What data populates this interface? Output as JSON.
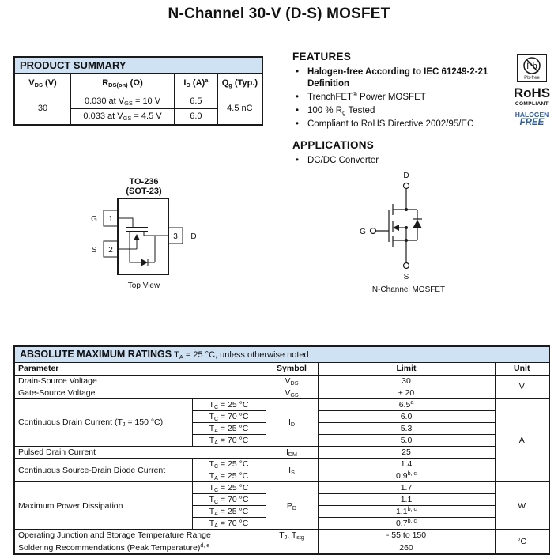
{
  "page_title": "N-Channel 30-V (D-S) MOSFET",
  "colors": {
    "table_header_bg": "#cfe2f3",
    "accent_blue": "#2a5aa5",
    "border": "#1a1a1a"
  },
  "product_summary": {
    "title": "PRODUCT SUMMARY",
    "h_vds": {
      "b": "V",
      "s": "DS",
      "r": " (V)"
    },
    "h_rds": {
      "b": "R",
      "s": "DS(on)",
      "r": " (Ω)"
    },
    "h_id": {
      "b": "I",
      "s": "D",
      "r": " (A)",
      "sup": "a"
    },
    "h_qg": {
      "b": "Q",
      "s": "g",
      "r": " (Typ.)"
    },
    "vds_value": "30",
    "row1": {
      "rds_b": "0.030 at V",
      "rds_s": "GS",
      "rds_r": " = 10 V",
      "id": "6.5"
    },
    "row2": {
      "rds_b": "0.033 at V",
      "rds_s": "GS",
      "rds_r": " = 4.5 V",
      "id": "6.0"
    },
    "qg_value": "4.5 nC"
  },
  "features": {
    "title": "FEATURES",
    "bullet": "•",
    "item1": "Halogen-free According to IEC 61249-2-21 Definition",
    "item2": {
      "b": "TrenchFET",
      "sup": "®",
      "r": " Power MOSFET"
    },
    "item3": {
      "b": "100 % R",
      "s": "g",
      "r": " Tested"
    },
    "item4": "Compliant to RoHS Directive 2002/95/EC"
  },
  "applications": {
    "title": "APPLICATIONS",
    "bullet": "•",
    "item1": "DC/DC Converter"
  },
  "badge": {
    "pb": "Pb",
    "pb_free": "Pb-free",
    "rohs": "RoHS",
    "compliant": "COMPLIANT",
    "halogen": "HALOGEN",
    "free": "FREE"
  },
  "package": {
    "name_line1": "TO-236",
    "name_line2": "(SOT-23)",
    "pin_g": "G",
    "pin_s": "S",
    "pin_d": "D",
    "pin_1": "1",
    "pin_2": "2",
    "pin_3": "3",
    "caption": "Top View"
  },
  "symbol_diagram": {
    "d": "D",
    "g": "G",
    "s": "S",
    "caption": "N-Channel MOSFET"
  },
  "amr": {
    "title": "ABSOLUTE MAXIMUM RATINGS",
    "title_cond": {
      "b": "T",
      "s": "A",
      "r": " = 25 °C, unless otherwise noted"
    },
    "headers": {
      "parameter": "Parameter",
      "symbol": "Symbol",
      "limit": "Limit",
      "unit": "Unit"
    },
    "conds": {
      "tc25": {
        "b": "T",
        "s": "C",
        "r": " = 25 °C"
      },
      "tc70": {
        "b": "T",
        "s": "C",
        "r": " = 70 °C"
      },
      "ta25": {
        "b": "T",
        "s": "A",
        "r": " = 25 °C"
      },
      "ta70": {
        "b": "T",
        "s": "A",
        "r": " = 70 °C"
      }
    },
    "dsv": {
      "param": "Drain-Source Voltage",
      "sym_b": "V",
      "sym_s": "DS",
      "limit": "30"
    },
    "gsv": {
      "param": "Gate-Source Voltage",
      "sym_b": "V",
      "sym_s": "GS",
      "limit": "± 20"
    },
    "unit_v": "V",
    "cdc": {
      "param_b": "Continuous Drain Current (T",
      "param_s": "J",
      "param_r": " = 150 °C)",
      "sym_b": "I",
      "sym_s": "D",
      "l1": "6.5",
      "l1_sup": "a",
      "l2": "6.0",
      "l3": "5.3",
      "l4": "5.0"
    },
    "pdc": {
      "param": "Pulsed Drain Current",
      "sym_b": "I",
      "sym_s": "DM",
      "limit": "25"
    },
    "sdd": {
      "param": "Continuous Source-Drain Diode Current",
      "sym_b": "I",
      "sym_s": "S",
      "l1": "1.4",
      "l2": "0.9",
      "l2_sup": "b, c"
    },
    "unit_a": "A",
    "mpd": {
      "param": "Maximum Power Dissipation",
      "sym_b": "P",
      "sym_s": "D",
      "l1": "1.7",
      "l2": "1.1",
      "l3": "1.1",
      "l3_sup": "b, c",
      "l4": "0.7",
      "l4_sup": "b, c"
    },
    "unit_w": "W",
    "ojt": {
      "param": "Operating Junction and Storage Temperature Range",
      "sym_b": "T",
      "sym_s": "J",
      "sym_b2": ", T",
      "sym_s2": "stg",
      "limit": "- 55 to 150"
    },
    "sold": {
      "param": "Soldering Recommendations (Peak Temperature)",
      "param_sup": "d, e",
      "limit": "260"
    },
    "unit_c": "°C"
  }
}
